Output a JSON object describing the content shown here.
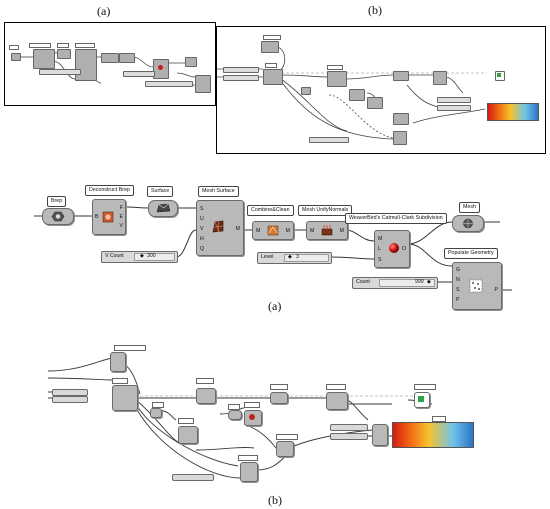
{
  "captions": {
    "top_a": "(a)",
    "top_b": "(b)",
    "middle_a": "(a)",
    "bottom_b": "(b)"
  },
  "diagram_a": {
    "brep": {
      "label": "Brep"
    },
    "deconstruct_brep": {
      "label": "Deconstruct Brep",
      "input": "B",
      "outputs": [
        "F",
        "E",
        "V"
      ]
    },
    "surface": {
      "label": "Surface"
    },
    "mesh_surface": {
      "label": "Mesh Surface",
      "inputs": [
        "S",
        "U",
        "V",
        "H",
        "Q"
      ],
      "output": "M"
    },
    "combine_clean": {
      "label": "Combine&Clean",
      "input": "M",
      "output": "M"
    },
    "mesh_unify_normals": {
      "label": "Mesh UnifyNormals",
      "input": "M",
      "output": "M"
    },
    "subdivision": {
      "label": "WeaverBird's CatmulI-Clark Subdivision",
      "inputs": [
        "M",
        "L",
        "S"
      ],
      "output": "O"
    },
    "mesh": {
      "label": "Mesh"
    },
    "populate_geometry": {
      "label": "Populate Geometry",
      "inputs": [
        "G",
        "N",
        "S",
        "P"
      ],
      "output": "P"
    },
    "v_count_slider": {
      "name": "V Count",
      "value": "300"
    },
    "level_slider": {
      "name": "Level",
      "value": "3"
    },
    "count_slider": {
      "name": "Count",
      "value": "999"
    }
  },
  "icons": {
    "brep": "brep-hexagon-icon",
    "deconstruct": "deconstruct-brep-icon",
    "surface": "surface-icon",
    "mesh_surface": "mesh-surface-icon",
    "combine": "combine-clean-icon",
    "unify": "unify-normals-icon",
    "subdivision": "red-sphere-icon",
    "mesh": "mesh-icon",
    "populate": "populate-icon"
  },
  "colors": {
    "node_fill": "#b9b9b9",
    "wire": "#3a3a3a",
    "gradient": [
      "#d51c14",
      "#f26b12",
      "#f7c32d",
      "#6ec3ea",
      "#2b74c4"
    ]
  }
}
